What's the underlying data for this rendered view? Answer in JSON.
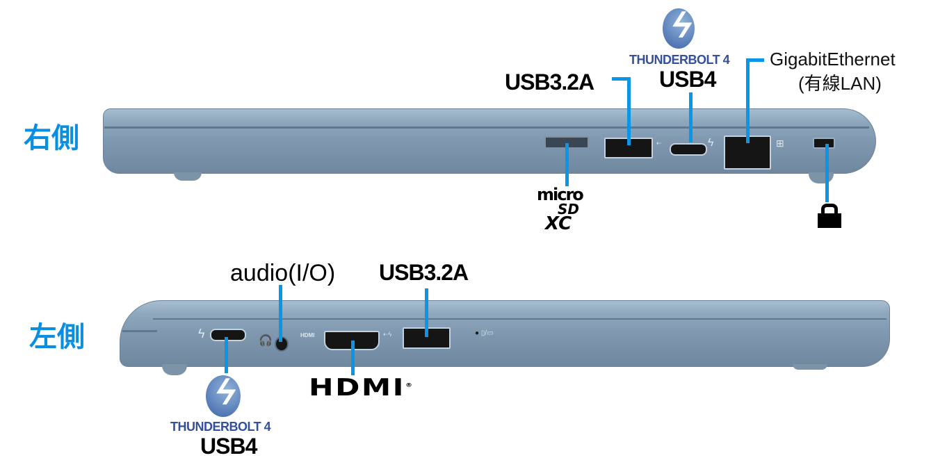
{
  "right_side": {
    "title": "右側",
    "labels": {
      "usb_a": "USB3.2A",
      "thunderbolt": "THUNDERBOLT 4",
      "usb4": "USB4",
      "ethernet_line1": "GigabitEthernet",
      "ethernet_line2": "(有線LAN)",
      "microsd_line1": "micro",
      "microsd_line2": "SD",
      "microsd_line3": "XC"
    }
  },
  "left_side": {
    "title": "左側",
    "labels": {
      "audio": "audio(I/O)",
      "usb_a": "USB3.2A",
      "hdmi": "HDMI",
      "hdmi_mark": "®",
      "thunderbolt": "THUNDERBOLT 4",
      "usb4": "USB4"
    },
    "port_text": {
      "hdmi": "HDMI"
    }
  },
  "colors": {
    "accent": "#0a8fe0",
    "thunderbolt": "#34509c",
    "laptop": "#8ea7bd"
  }
}
